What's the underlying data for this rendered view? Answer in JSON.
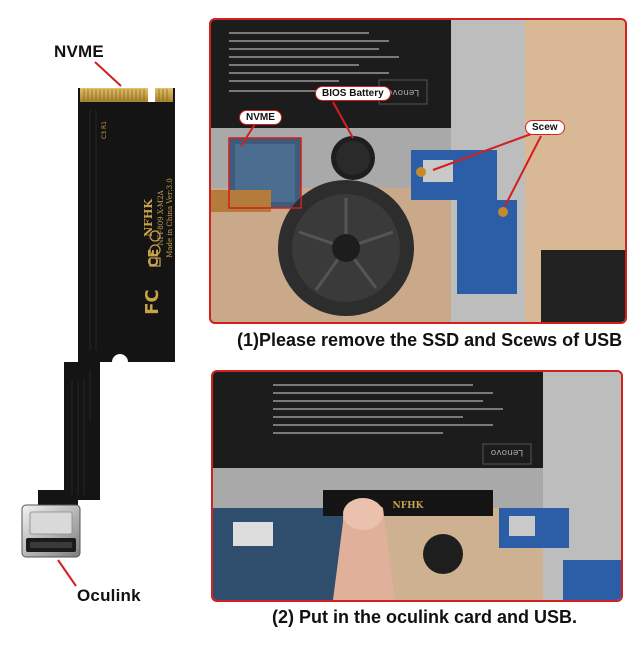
{
  "board": {
    "label_nvme": "NVME",
    "label_oculink": "Oculink",
    "silkscreen_brand": "NFHK",
    "silkscreen_model": "NFF809 X-M2A",
    "silkscreen_origin": "Made in China Ver:3.0",
    "cert_fc": "FC",
    "cert_ce": "CE",
    "ref_mark": "C3 R1"
  },
  "photo1": {
    "tag_bios": "BIOS Battery",
    "tag_nvme": "NVME",
    "tag_scew": "Scew",
    "laptop_brand": "Lenovo",
    "caption": "(1)Please remove the SSD and Scews of USB"
  },
  "photo2": {
    "laptop_brand": "Lenovo",
    "card_brand": "NFHK",
    "caption": "(2) Put in the oculink card and USB."
  },
  "colors": {
    "frame_red": "#d21f1f",
    "pcb_black": "#141414",
    "gold": "#c9a24a"
  }
}
